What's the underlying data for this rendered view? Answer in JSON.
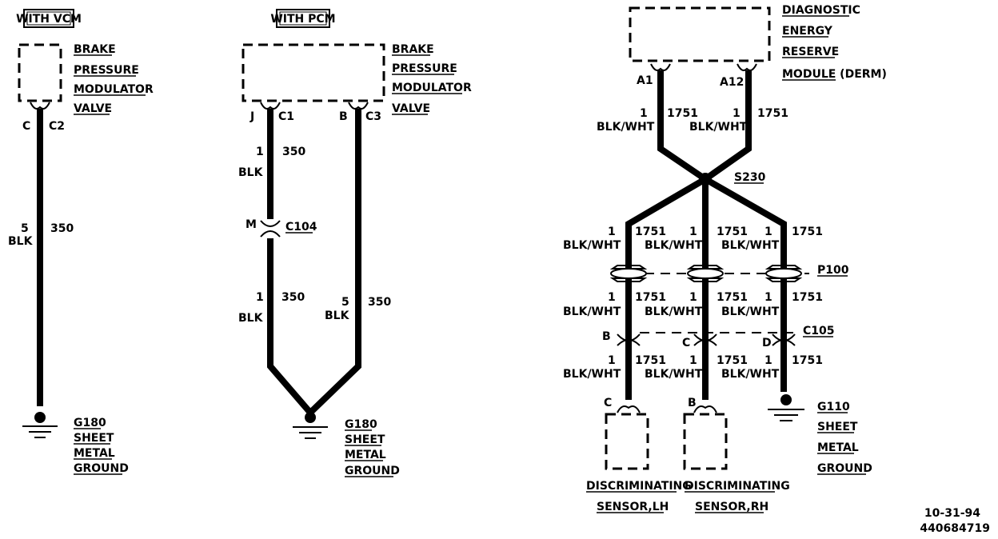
{
  "left": {
    "tag": "WITH VCM",
    "component": [
      "BRAKE",
      "PRESSURE",
      "MODULATOR",
      "VALVE"
    ],
    "pin": "C",
    "connector": "C2",
    "wire_gauge": "5",
    "wire_color": "BLK",
    "circuit": "350",
    "ground": [
      "G180",
      "SHEET",
      "METAL",
      "GROUND"
    ]
  },
  "middle": {
    "tag": "WITH PCM",
    "component": [
      "BRAKE",
      "PRESSURE",
      "MODULATOR",
      "VALVE"
    ],
    "pin_a": "J",
    "conn_a": "C1",
    "pin_b": "B",
    "conn_b": "C3",
    "wire1_gauge": "1",
    "wire1_circuit": "350",
    "wire1_color": "BLK",
    "inline_pin": "M",
    "inline_conn": "C104",
    "wire2_gauge": "1",
    "wire2_circuit": "350",
    "wire2_color": "BLK",
    "wire3_gauge": "5",
    "wire3_circuit": "350",
    "wire3_color": "BLK",
    "ground": [
      "G180",
      "SHEET",
      "METAL",
      "GROUND"
    ]
  },
  "right": {
    "module": [
      "DIAGNOSTIC",
      "ENERGY",
      "RESERVE",
      "MODULE (DERM)"
    ],
    "pin_a1": "A1",
    "pin_a12": "A12",
    "top_gauge": "1",
    "top_circuit": "1751",
    "top_color": "BLK/WHT",
    "splice": "S230",
    "pass_through": "P100",
    "connector": "C105",
    "pin_b": "B",
    "pin_c": "C",
    "pin_d": "D",
    "branch_gauge": "1",
    "branch_circuit": "1751",
    "branch_color": "BLK/WHT",
    "sensor_lh_pin": "C",
    "sensor_rh_pin": "B",
    "sensor_lh": [
      "DISCRIMINATING",
      "SENSOR,LH"
    ],
    "sensor_rh": [
      "DISCRIMINATING",
      "SENSOR,RH"
    ],
    "ground": [
      "G110",
      "SHEET",
      "METAL",
      "GROUND"
    ]
  },
  "footer": {
    "date": "10-31-94",
    "code": "440684719"
  }
}
